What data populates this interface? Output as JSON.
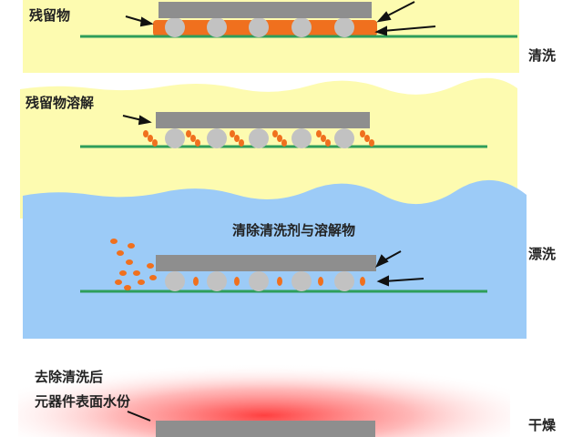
{
  "stages": [
    {
      "name": "清洗",
      "labels": [
        "残留物",
        "残留物溶解"
      ]
    },
    {
      "name": "漂洗",
      "labels": [
        "清除清洗剂与溶解物"
      ]
    },
    {
      "name": "干燥",
      "labels": [
        "去除清洗后",
        "元器件表面水份"
      ]
    }
  ],
  "colors": {
    "solvent": "#fdfbb0",
    "rinse": "#9ccbf7",
    "residue": "#f0701e",
    "chip": "#8e8e8e",
    "ball": "#c2c2c2",
    "board": "#2e9e5a",
    "heat": "#ff3a3a"
  }
}
